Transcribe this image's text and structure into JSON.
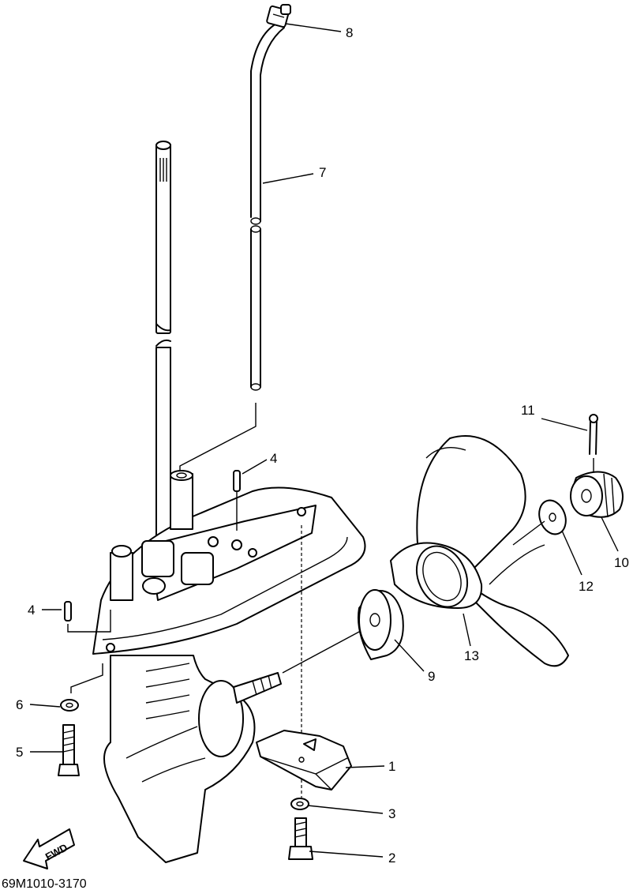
{
  "diagram": {
    "code": "69M1010-3170",
    "fwd_text": "FWD",
    "callouts": [
      {
        "id": "1",
        "text": "1"
      },
      {
        "id": "2",
        "text": "2"
      },
      {
        "id": "3",
        "text": "3"
      },
      {
        "id": "4a",
        "text": "4"
      },
      {
        "id": "4b",
        "text": "4"
      },
      {
        "id": "5",
        "text": "5"
      },
      {
        "id": "6",
        "text": "6"
      },
      {
        "id": "7",
        "text": "7"
      },
      {
        "id": "8",
        "text": "8"
      },
      {
        "id": "9",
        "text": "9"
      },
      {
        "id": "10",
        "text": "10"
      },
      {
        "id": "11",
        "text": "11"
      },
      {
        "id": "12",
        "text": "12"
      },
      {
        "id": "13",
        "text": "13"
      }
    ]
  }
}
